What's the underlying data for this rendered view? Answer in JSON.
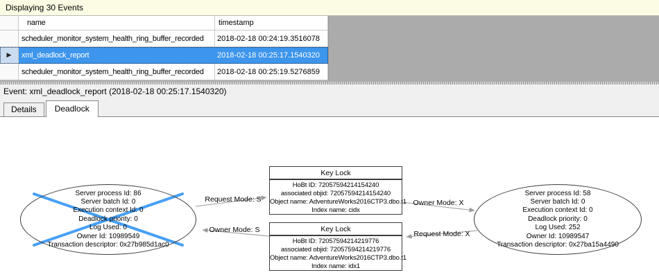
{
  "header": {
    "title": "Displaying 30 Events"
  },
  "icons": {
    "selected_row_marker": "▶"
  },
  "colors": {
    "info_bar_yellow": "#FCFCE4",
    "filler_gray": "#ABABAB",
    "selection_blue": "#3D95EC",
    "victim_cross_blue": "#3E9BF5"
  },
  "events_table": {
    "columns": [
      "name",
      "timestamp"
    ],
    "rows": [
      {
        "name": "scheduler_monitor_system_health_ring_buffer_recorded",
        "timestamp": "2018-02-18 00:24:19.3516078",
        "selected": false
      },
      {
        "name": "xml_deadlock_report",
        "timestamp": "2018-02-18 00:25:17.1540320",
        "selected": true
      },
      {
        "name": "scheduler_monitor_system_health_ring_buffer_recorded",
        "timestamp": "2018-02-18 00:25:19.5276859",
        "selected": false
      }
    ]
  },
  "event_bar": {
    "text": "Event: xml_deadlock_report (2018-02-18 00:25:17.1540320)"
  },
  "tabs": [
    {
      "label": "Details",
      "active": false
    },
    {
      "label": "Deadlock",
      "active": true
    }
  ],
  "deadlock_graph": {
    "processes": [
      {
        "position": "left",
        "victim": true,
        "lines": [
          "Server process Id: 86",
          "Server batch Id: 0",
          "Execution context Id: 0",
          "Deadlock priority: 0",
          "Log Used: 0",
          "Owner Id: 10989549",
          "Transaction descriptor: 0x27b985d1ac0"
        ]
      },
      {
        "position": "right",
        "victim": false,
        "lines": [
          "Server process Id: 58",
          "Server batch Id: 0",
          "Execution context Id: 0",
          "Deadlock priority: 0",
          "Log Used: 252",
          "Owner Id: 10989547",
          "Transaction descriptor: 0x27ba15a4490"
        ]
      }
    ],
    "resources": [
      {
        "position": "top",
        "title": "Key Lock",
        "lines": [
          "HoBt ID: 72057594214154240",
          "associated objid: 72057594214154240",
          "Object name: AdventureWorks2016CTP3.dbo.t1",
          "Index name: cidx"
        ]
      },
      {
        "position": "bottom",
        "title": "Key Lock",
        "lines": [
          "HoBt ID: 72057594214219776",
          "associated objid: 72057594214219776",
          "Object name: AdventureWorks2016CTP3.dbo.t1",
          "Index name: idx1"
        ]
      }
    ],
    "edges": [
      {
        "label": "Request Mode: S",
        "from": "left-process",
        "to": "top-resource"
      },
      {
        "label": "Owner Mode: S",
        "from": "bottom-resource",
        "to": "left-process"
      },
      {
        "label": "Owner Mode: X",
        "from": "top-resource",
        "to": "right-process"
      },
      {
        "label": "Request Mode: X",
        "from": "right-process",
        "to": "bottom-resource"
      }
    ]
  }
}
